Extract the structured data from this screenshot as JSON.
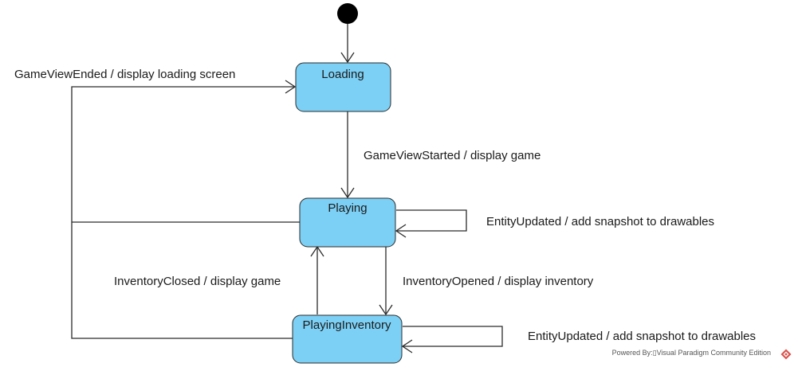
{
  "states": {
    "loading": "Loading",
    "playing": "Playing",
    "playing_inventory": "PlayingInventory"
  },
  "transitions": {
    "game_view_ended": "GameViewEnded / display loading screen",
    "game_view_started": "GameViewStarted / display game",
    "entity_updated_playing": "EntityUpdated / add snapshot to drawables",
    "inventory_closed": "InventoryClosed / display game",
    "inventory_opened": "InventoryOpened / display inventory",
    "entity_updated_inventory": "EntityUpdated / add snapshot to drawables"
  },
  "footer": {
    "powered_by": "Powered By:▯Visual Paradigm Community Edition"
  },
  "colors": {
    "state_fill": "#7dd0f5",
    "stroke": "#2b2b2b",
    "logo": "#d9534f"
  }
}
